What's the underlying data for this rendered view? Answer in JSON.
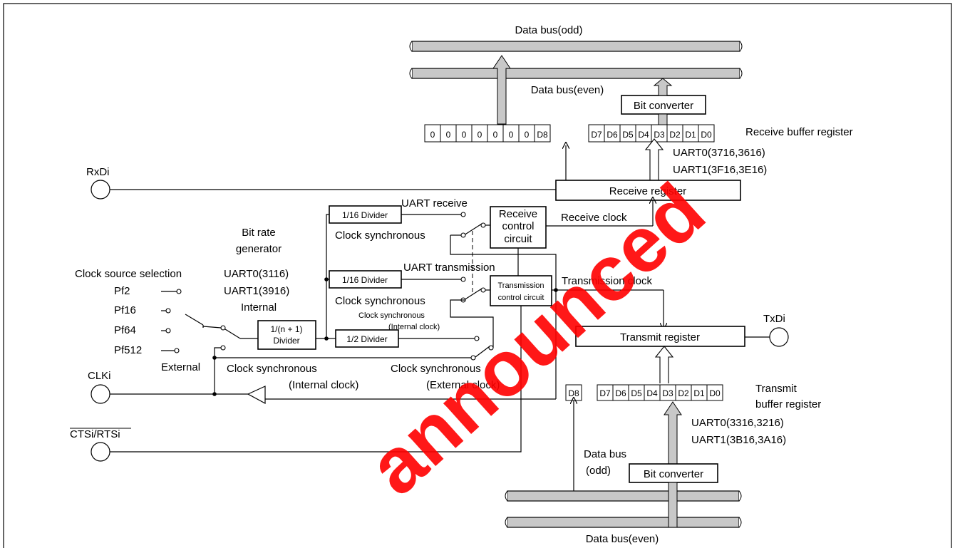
{
  "buses": {
    "top_odd": "Data bus(odd)",
    "top_even": "Data bus(even)",
    "bottom_odd_line1": "Data bus",
    "bottom_odd_line2": "(odd)",
    "bottom_even": "Data bus(even)"
  },
  "receive": {
    "bit_converter": "Bit converter",
    "high_cells": [
      "0",
      "0",
      "0",
      "0",
      "0",
      "0",
      "0",
      "D8"
    ],
    "low_cells": [
      "D7",
      "D6",
      "D5",
      "D4",
      "D3",
      "D2",
      "D1",
      "D0"
    ],
    "buffer_label": "Receive buffer register",
    "addr1": "UART0(3716,3616)",
    "addr2": "UART1(3F16,3E16)",
    "register": "Receive register",
    "clock_label": "Receive clock",
    "control_line1": "Receive",
    "control_line2": "control",
    "control_line3": "circuit"
  },
  "pins": {
    "rxd": "RxDi",
    "txd": "TxDi",
    "clk": "CLKi",
    "cts_rts": "CTSi/RTSi"
  },
  "clock": {
    "source_selection": "Clock source selection",
    "sources": [
      "Pf2",
      "Pf16",
      "Pf64",
      "Pf512"
    ],
    "bitrate_line1": "Bit rate",
    "bitrate_line2": "generator",
    "bitrate_addr1": "UART0(3116)",
    "bitrate_addr2": "UART1(3916)",
    "internal": "Internal",
    "external": "External",
    "divider_n_line1": "1/(n + 1)",
    "divider_n_line2": "Divider",
    "divider16_rx": "1/16 Divider",
    "divider16_tx": "1/16 Divider",
    "divider2": "1/2 Divider"
  },
  "switch_labels": {
    "uart_receive": "UART receive",
    "clock_sync_1": "Clock synchronous",
    "uart_transmission": "UART transmission",
    "clock_sync_2": "Clock synchronous",
    "clock_sync_int_line1": "Clock synchronous",
    "clock_sync_int_line2": "(Internal clock)",
    "clock_sync_int_bottom_line1": "Clock synchronous",
    "clock_sync_int_bottom_line2": "(Internal clock)",
    "clock_sync_ext_line1": "Clock synchronous",
    "clock_sync_ext_line2": "(External clock)"
  },
  "transmit": {
    "control_line1": "Transmission",
    "control_line2": "control circuit",
    "clock_label": "Transmission clock",
    "register": "Transmit register",
    "d8_cell": "D8",
    "low_cells": [
      "D7",
      "D6",
      "D5",
      "D4",
      "D3",
      "D2",
      "D1",
      "D0"
    ],
    "buffer_line1": "Transmit",
    "buffer_line2": "buffer register",
    "addr1": "UART0(3316,3216)",
    "addr2": "UART1(3B16,3A16)",
    "bit_converter": "Bit converter"
  },
  "watermark": "announced",
  "colors": {
    "bus_fill": "#c8c8c8",
    "watermark": "#ff0000"
  }
}
